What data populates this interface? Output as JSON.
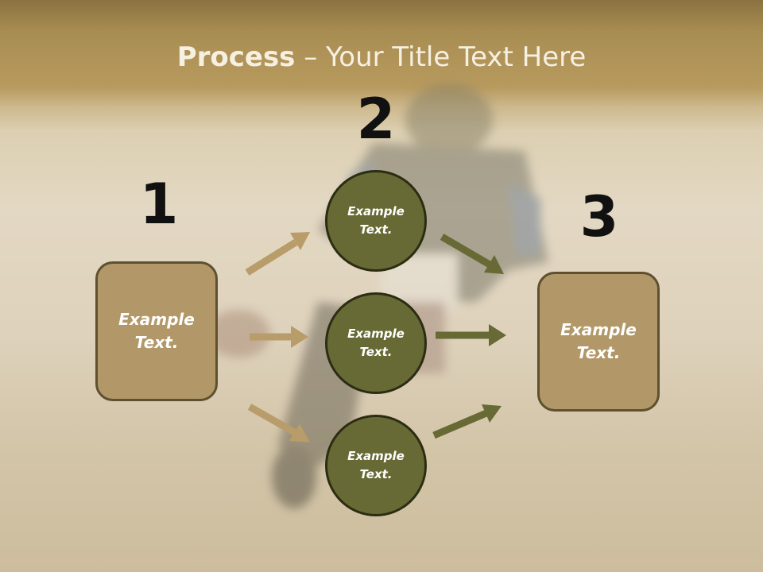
{
  "title": {
    "bold": "Process",
    "rest": " – Your Title Text Here"
  },
  "steps": {
    "one": "1",
    "two": "2",
    "three": "3"
  },
  "left_box": {
    "text": "Example\nText."
  },
  "right_box": {
    "text": "Example\nText."
  },
  "circles": [
    {
      "text": "Example\nText."
    },
    {
      "text": "Example\nText."
    },
    {
      "text": "Example\nText."
    }
  ],
  "colors": {
    "box_fill": "#b29868",
    "circle_fill": "#676a34",
    "arrow_tan": "#b89c69",
    "arrow_olive": "#676a34"
  }
}
